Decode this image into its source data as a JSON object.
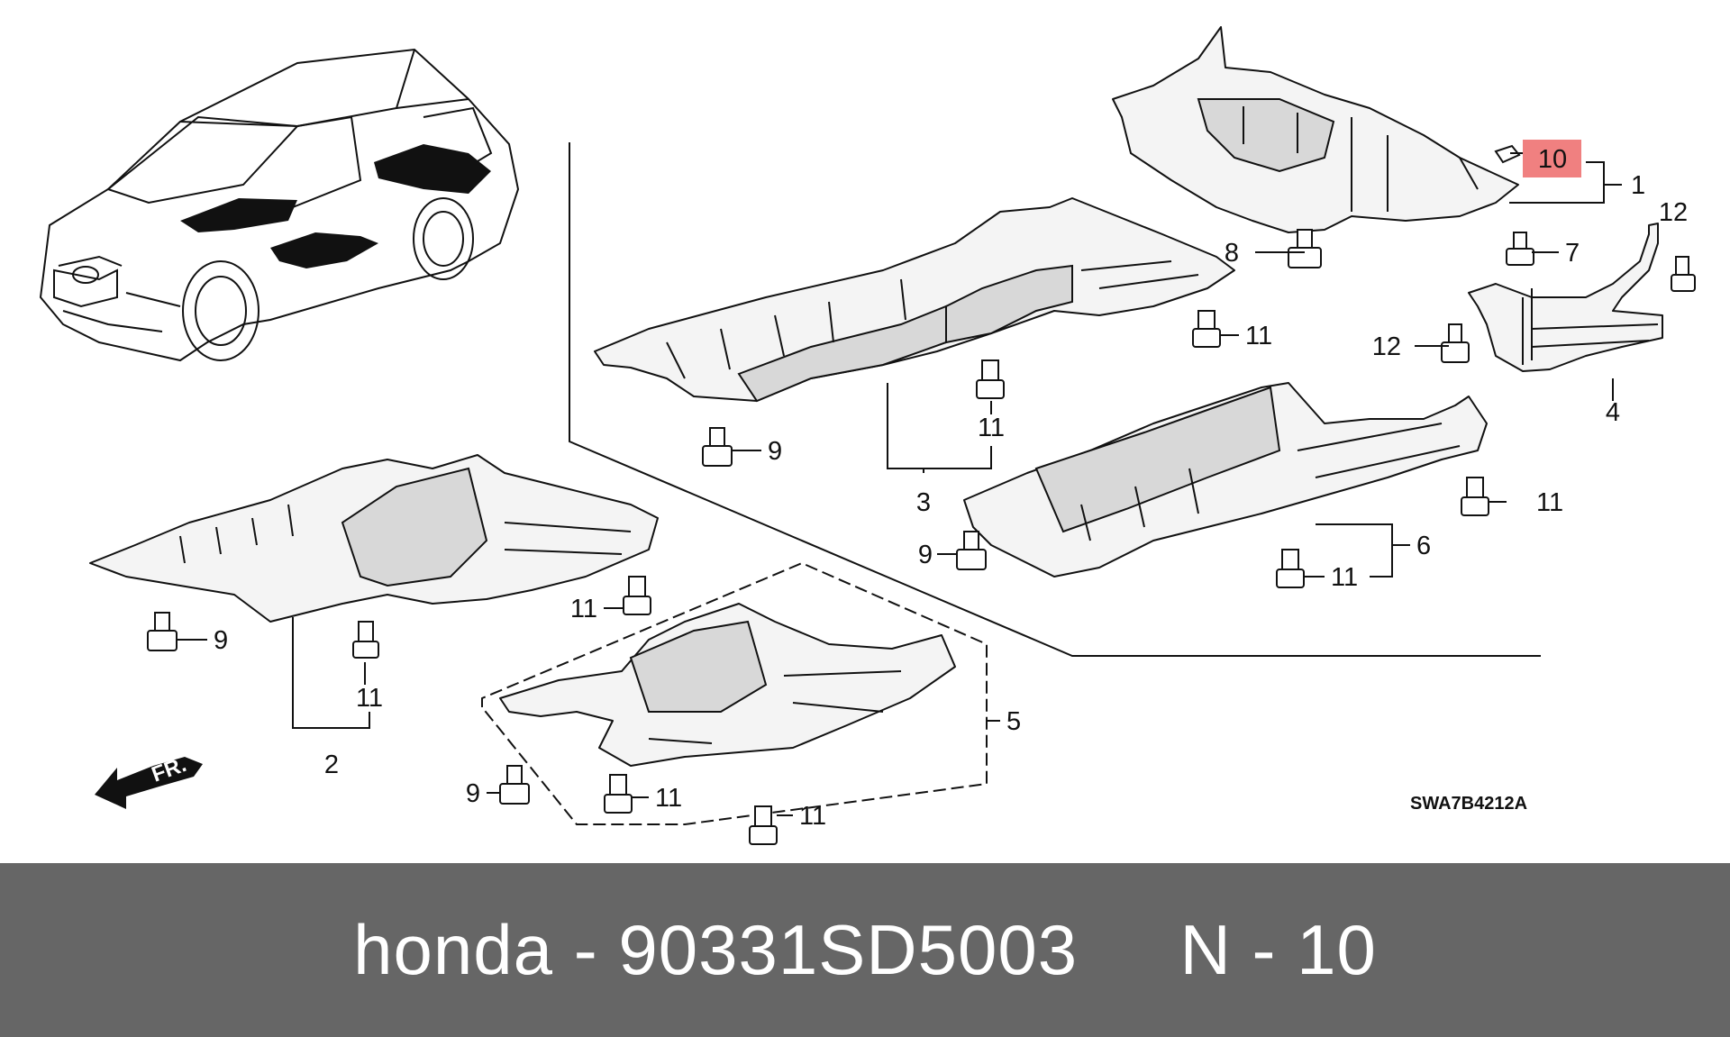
{
  "diagram": {
    "callouts": {
      "c1": "1",
      "c2": "2",
      "c3": "3",
      "c4": "4",
      "c5": "5",
      "c6": "6",
      "c7": "7",
      "c8": "8",
      "c9a": "9",
      "c9b": "9",
      "c9c": "9",
      "c9d": "9",
      "c10": "10",
      "c11a": "11",
      "c11b": "11",
      "c11c": "11",
      "c11d": "11",
      "c11e": "11",
      "c11f": "11",
      "c11g": "11",
      "c12a": "12",
      "c12b": "12"
    },
    "highlight_color": "#f08080",
    "direction_label": "FR.",
    "drawing_code": "SWA7B4212A"
  },
  "footer": {
    "text": "honda - 90331SD5003     N - 10",
    "background": "#666666",
    "text_color": "#ffffff"
  }
}
